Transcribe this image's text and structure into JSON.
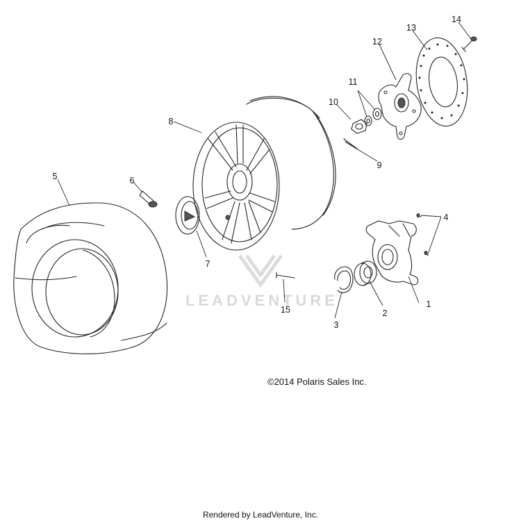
{
  "diagram": {
    "callouts": [
      {
        "id": "1",
        "label": "1"
      },
      {
        "id": "2",
        "label": "2"
      },
      {
        "id": "3",
        "label": "3"
      },
      {
        "id": "4",
        "label": "4"
      },
      {
        "id": "5",
        "label": "5"
      },
      {
        "id": "6",
        "label": "6"
      },
      {
        "id": "7",
        "label": "7"
      },
      {
        "id": "8",
        "label": "8"
      },
      {
        "id": "9",
        "label": "9"
      },
      {
        "id": "10",
        "label": "10"
      },
      {
        "id": "11",
        "label": "11"
      },
      {
        "id": "12",
        "label": "12"
      },
      {
        "id": "13",
        "label": "13"
      },
      {
        "id": "14",
        "label": "14"
      },
      {
        "id": "15",
        "label": "15"
      }
    ],
    "copyright": "©2014 Polaris Sales Inc.",
    "watermark": "LEADVENTURE",
    "footer": "Rendered by LeadVenture, Inc."
  }
}
